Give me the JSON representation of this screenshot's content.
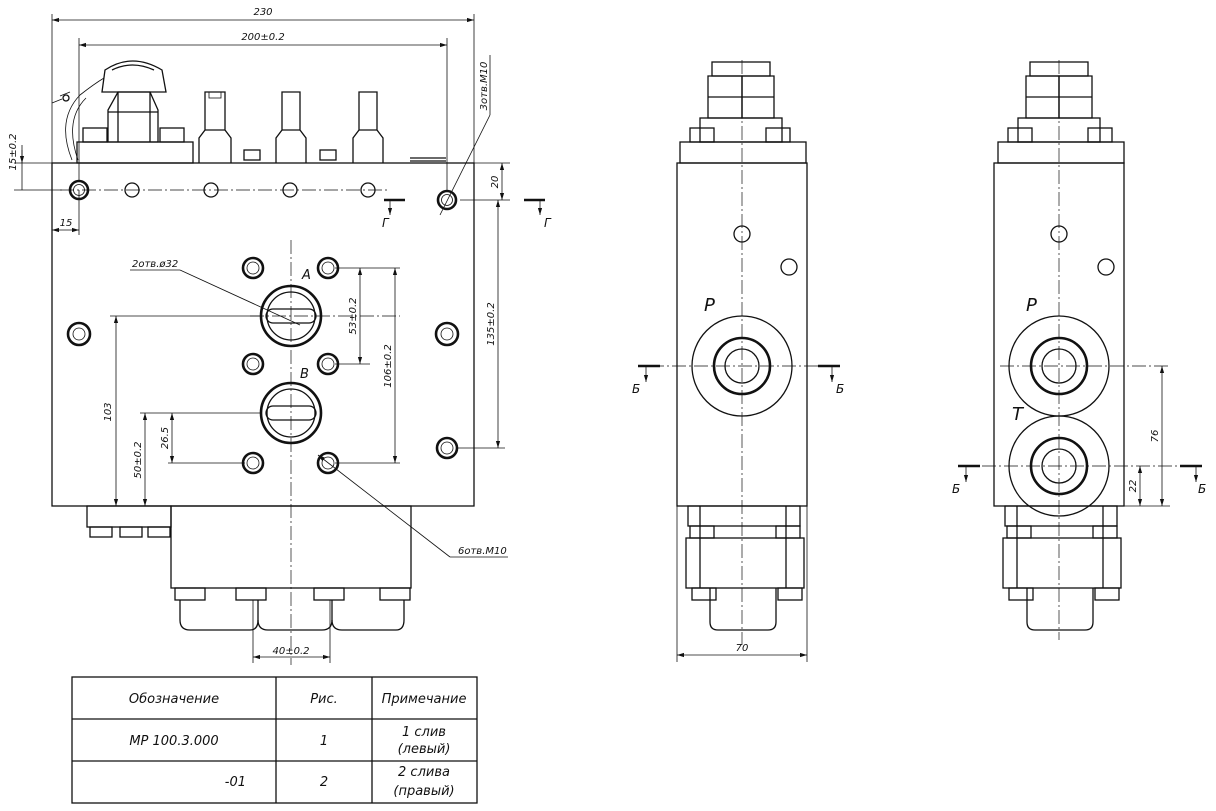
{
  "front_view": {
    "dims": {
      "overall_width": "230",
      "mounting_span": "200±0.2",
      "top_offset": "15±0.2",
      "left_offset": "15",
      "top_hole_offset": "20",
      "hole_callout_top": "3отв.M10",
      "port_callout": "2отв.ø32",
      "dim_53": "53±0.2",
      "dim_106": "106±0.2",
      "dim_135": "135±0.2",
      "dim_103": "103",
      "dim_50": "50±0.2",
      "dim_26_5": "26.5",
      "hole_callout_bottom": "6отв.M10",
      "dim_40": "40±0.2"
    },
    "port_a": "A",
    "port_b": "B",
    "section_mark": "Г"
  },
  "side_view_1": {
    "port_p": "P",
    "width_dim": "70",
    "section_mark": "Б"
  },
  "side_view_2": {
    "port_p": "P",
    "port_t": "T",
    "dim_76": "76",
    "dim_22": "22",
    "section_mark": "Б"
  },
  "table": {
    "headers": [
      "Обозначение",
      "Рис.",
      "Примечание"
    ],
    "rows": [
      {
        "designation": "МР 100.3.000",
        "fig": "1",
        "note_line1": "1 слив",
        "note_line2": "(левый)"
      },
      {
        "designation": "-01",
        "fig": "2",
        "note_line1": "2 слива",
        "note_line2": "(правый)"
      }
    ]
  }
}
